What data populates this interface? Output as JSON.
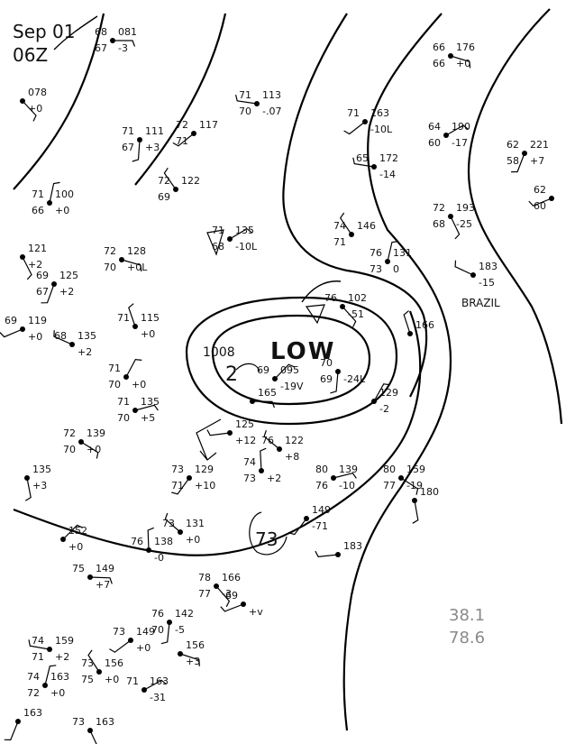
{
  "header": {
    "date": "Sep 01",
    "time": "06Z"
  },
  "center": {
    "label": "LOW",
    "pressure": "1008",
    "storm_symbol": "2"
  },
  "margin_notes": [
    "38.1",
    "78.6"
  ],
  "place_labels": [
    "BRAZIL"
  ],
  "stations": [
    {
      "t": "68",
      "td": "67",
      "p": "081",
      "tend": "-3"
    },
    {
      "t": "",
      "td": "",
      "p": "078",
      "tend": "+0"
    },
    {
      "t": "71",
      "td": "67",
      "p": "111",
      "tend": "+3"
    },
    {
      "t": "72",
      "td": "71",
      "p": "117",
      "tend": ""
    },
    {
      "t": "71",
      "td": "70",
      "p": "113",
      "tend": "-.07"
    },
    {
      "t": "72",
      "td": "69",
      "p": "122",
      "tend": ""
    },
    {
      "t": "71",
      "td": "66",
      "p": "100",
      "tend": "+0"
    },
    {
      "t": "71",
      "td": "68",
      "p": "135",
      "tend": "-10L"
    },
    {
      "t": "72",
      "td": "70",
      "p": "128",
      "tend": "+0L"
    },
    {
      "t": "",
      "td": "",
      "p": "121",
      "tend": "+2"
    },
    {
      "t": "69",
      "td": "67",
      "p": "125",
      "tend": "+2"
    },
    {
      "t": "69",
      "td": "",
      "p": "119",
      "tend": "+0"
    },
    {
      "t": "68",
      "td": "",
      "p": "135",
      "tend": "+2"
    },
    {
      "t": "71",
      "td": "",
      "p": "115",
      "tend": "+0"
    },
    {
      "t": "71",
      "td": "70",
      "p": "",
      "tend": "+0"
    },
    {
      "t": "71",
      "td": "70",
      "p": "135",
      "tend": "+5"
    },
    {
      "t": "72",
      "td": "70",
      "p": "139",
      "tend": "+0"
    },
    {
      "t": "",
      "td": "",
      "p": "135",
      "tend": "+3"
    },
    {
      "t": "73",
      "td": "71",
      "p": "129",
      "tend": "+10"
    },
    {
      "t": "",
      "td": "",
      "p": "125",
      "tend": "+12"
    },
    {
      "t": "76",
      "td": "",
      "p": "122",
      "tend": "+8"
    },
    {
      "t": "74",
      "td": "73",
      "p": "",
      "tend": "+2"
    },
    {
      "t": "69",
      "td": "",
      "p": "095",
      "tend": "-19V"
    },
    {
      "t": "",
      "td": "",
      "p": "165",
      "tend": ""
    },
    {
      "t": "76",
      "td": "",
      "p": "102",
      "tend": "-51"
    },
    {
      "t": "70",
      "td": "69",
      "p": "",
      "tend": "-24L"
    },
    {
      "t": "71",
      "td": "",
      "p": "163",
      "tend": "-10L"
    },
    {
      "t": "65",
      "td": "",
      "p": "172",
      "tend": "-14"
    },
    {
      "t": "74",
      "td": "71",
      "p": "146",
      "tend": ""
    },
    {
      "t": "76",
      "td": "73",
      "p": "131",
      "tend": "0"
    },
    {
      "t": "64",
      "td": "60",
      "p": "190",
      "tend": "-17"
    },
    {
      "t": "66",
      "td": "66",
      "p": "176",
      "tend": "+0"
    },
    {
      "t": "72",
      "td": "68",
      "p": "193",
      "tend": "-25"
    },
    {
      "t": "62",
      "td": "58",
      "p": "221",
      "tend": "+7"
    },
    {
      "t": "62",
      "td": "60",
      "p": "",
      "tend": ""
    },
    {
      "t": "",
      "td": "",
      "p": "183",
      "tend": "-15"
    },
    {
      "t": "",
      "td": "",
      "p": "166",
      "tend": ""
    },
    {
      "t": "",
      "td": "",
      "p": "129",
      "tend": "-2"
    },
    {
      "t": "80",
      "td": "76",
      "p": "139",
      "tend": "-10"
    },
    {
      "t": "80",
      "td": "77",
      "p": "159",
      "tend": "-19"
    },
    {
      "t": "",
      "td": "",
      "p": "180",
      "tend": ""
    },
    {
      "t": "",
      "td": "",
      "p": "149",
      "tend": "-71"
    },
    {
      "t": "",
      "td": "",
      "p": "183",
      "tend": ""
    },
    {
      "t": "73",
      "td": "",
      "p": "131",
      "tend": "+0"
    },
    {
      "t": "76",
      "td": "",
      "p": "138",
      "tend": "-0"
    },
    {
      "t": "",
      "td": "",
      "p": "152",
      "tend": "+0"
    },
    {
      "t": "75",
      "td": "",
      "p": "149",
      "tend": "+7"
    },
    {
      "t": "78",
      "td": "77",
      "p": "166",
      "tend": "-3"
    },
    {
      "t": "76",
      "td": "70",
      "p": "142",
      "tend": "-5"
    },
    {
      "t": "73",
      "td": "",
      "p": "149",
      "tend": "+0"
    },
    {
      "t": "74",
      "td": "71",
      "p": "159",
      "tend": "+2"
    },
    {
      "t": "73",
      "td": "75",
      "p": "156",
      "tend": "+0"
    },
    {
      "t": "74",
      "td": "72",
      "p": "163",
      "tend": "+0"
    },
    {
      "t": "71",
      "td": "",
      "p": "163",
      "tend": "-31"
    },
    {
      "t": "",
      "td": "",
      "p": "156",
      "tend": "+3"
    },
    {
      "t": "73",
      "td": "",
      "p": "163",
      "tend": ""
    },
    {
      "t": "",
      "td": "",
      "p": "163",
      "tend": ""
    },
    {
      "t": "69",
      "td": "",
      "p": "",
      "tend": "+v"
    }
  ]
}
